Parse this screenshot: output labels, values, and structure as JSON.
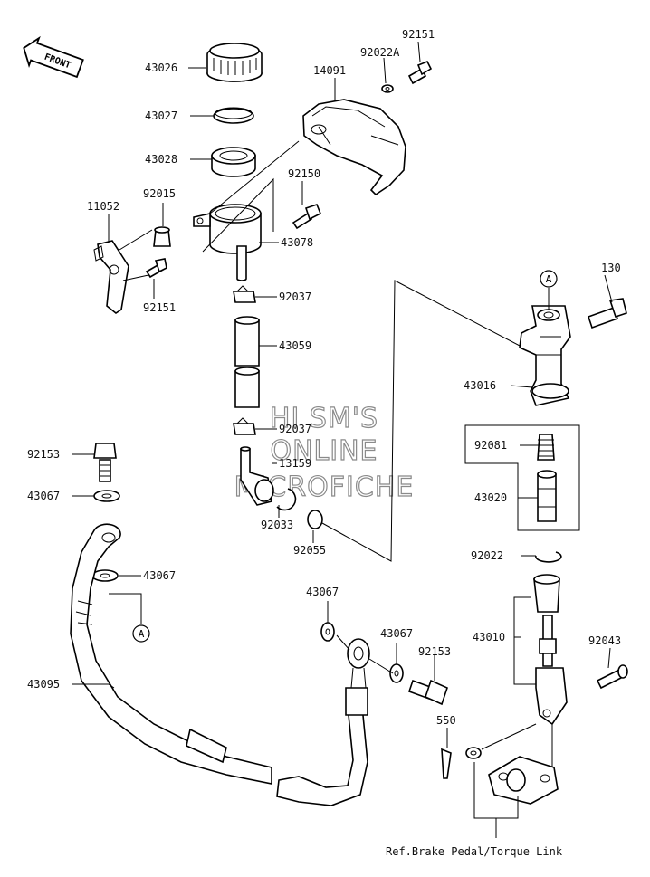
{
  "diagram": {
    "front_label": "FRONT",
    "watermark": [
      "HI SM'S",
      "ONLINE",
      "MICROFICHE"
    ],
    "reference_note": "Ref.Brake Pedal/Torque Link",
    "callout_marker": "A",
    "part_labels": {
      "p43026": "43026",
      "p43027": "43027",
      "p43028": "43028",
      "p14091": "14091",
      "p92022a": "92022A",
      "p92151_top": "92151",
      "p92150": "92150",
      "p11052": "11052",
      "p92015": "92015",
      "p43078": "43078",
      "p92151_bottom": "92151",
      "p92037_top": "92037",
      "p43059": "43059",
      "p92037_bottom": "92037",
      "p13159": "13159",
      "p92033": "92033",
      "p92055": "92055",
      "p130": "130",
      "p43016": "43016",
      "p92081": "92081",
      "p43020": "43020",
      "p92022": "92022",
      "p43010": "43010",
      "p92043": "92043",
      "p92153_left": "92153",
      "p43067_left_top": "43067",
      "p43067_left_bottom": "43067",
      "p43095": "43095",
      "p43067_mid": "43067",
      "p43067_right": "43067",
      "p92153_right": "92153",
      "p550": "550"
    }
  }
}
